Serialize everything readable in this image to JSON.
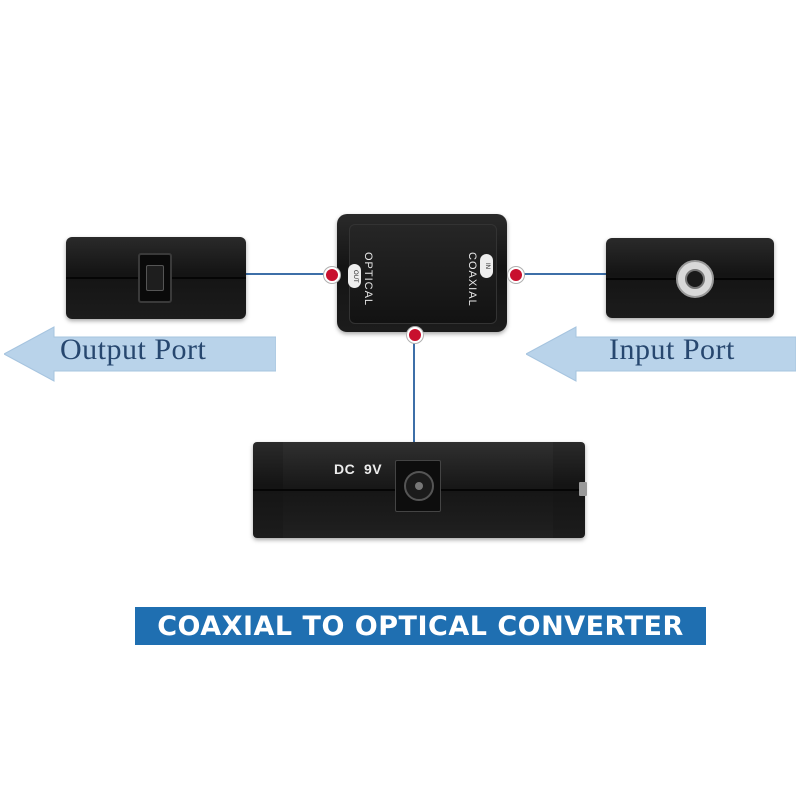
{
  "labels": {
    "output_port": "Output Port",
    "input_port": "Input Port",
    "optical": "OPTICAL",
    "coaxial": "COAXIAL",
    "out_pill": "OUT",
    "in_pill": "IN",
    "dc": "DC  9V",
    "banner": "COAXIAL TO OPTICAL CONVERTER"
  },
  "colors": {
    "banner_bg": "#1f6fb1",
    "arrow_fill": "#b9d3ea",
    "arrow_text": "#27476f",
    "connector_line": "#3d6fa8",
    "marker_dot": "#c8102e"
  }
}
